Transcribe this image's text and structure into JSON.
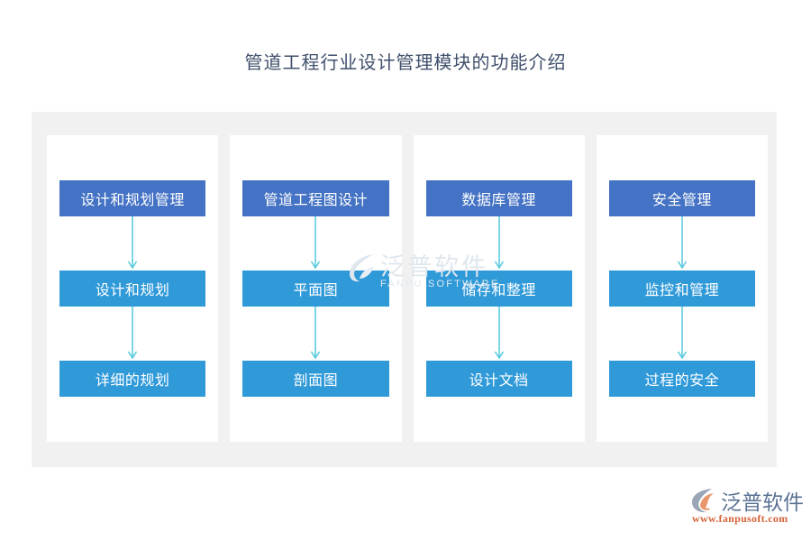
{
  "page": {
    "title": "管道工程行业设计管理模块的功能介绍",
    "background": "#ffffff",
    "panel_color": "#f1f1f1",
    "card_color": "#ffffff"
  },
  "colors": {
    "header_node": "#4472c4",
    "child_node": "#309ad9",
    "arrow": "#5ccbdd",
    "title_text": "#3f4f6b",
    "node_text": "#ffffff",
    "watermark": "#dfe7ee",
    "brand_text": "#5b7294",
    "brand_url": "#d6623a",
    "brand_mark_gray": "#9aa6b6",
    "brand_mark_orange": "#e8966a"
  },
  "flow": {
    "columns": [
      {
        "header": "设计和规划管理",
        "steps": [
          "设计和规划",
          "详细的规划"
        ]
      },
      {
        "header": "管道工程图设计",
        "steps": [
          "平面图",
          "剖面图"
        ]
      },
      {
        "header": "数据库管理",
        "steps": [
          "储存和整理",
          "设计文档"
        ]
      },
      {
        "header": "安全管理",
        "steps": [
          "监控和管理",
          "过程的安全"
        ]
      }
    ]
  },
  "watermark": {
    "zh": "泛普软件",
    "en": "FANPU SOFTWARE",
    "mark_name": "fanpu-swoosh-icon"
  },
  "brand": {
    "zh": "泛普软件",
    "url": "www.fanpusoft.com",
    "mark_name": "fanpu-logo-icon"
  }
}
